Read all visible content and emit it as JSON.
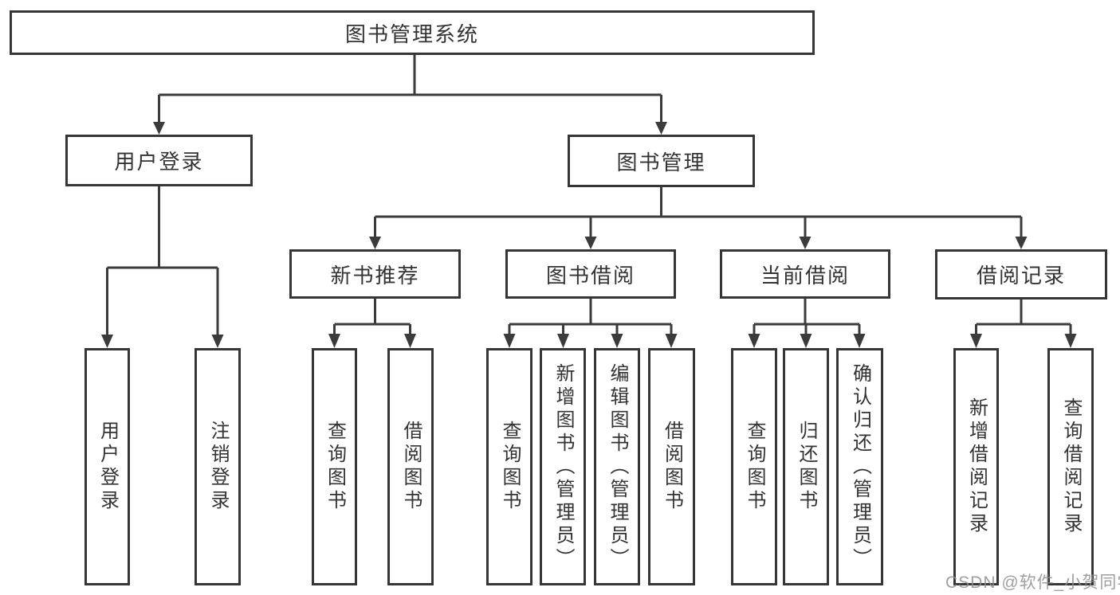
{
  "diagram": {
    "title": "图书管理系统",
    "colors": {
      "line": "#3b3b3b",
      "box_border": "#363636",
      "text": "#333333",
      "background": "#ffffff",
      "watermark": "#8f8f8f"
    },
    "root": {
      "label": "图书管理系统"
    },
    "level2": [
      {
        "label": "用户登录"
      },
      {
        "label": "图书管理"
      }
    ],
    "level3": [
      {
        "label": "新书推荐"
      },
      {
        "label": "图书借阅"
      },
      {
        "label": "当前借阅"
      },
      {
        "label": "借阅记录"
      }
    ],
    "leaves": {
      "user_login": [
        "用户登录",
        "注销登录"
      ],
      "new_book_recommend": [
        "查询图书",
        "借阅图书"
      ],
      "book_borrowing": [
        "查询图书",
        "新增图书（管理员）",
        "编辑图书（管理员）",
        "借阅图书"
      ],
      "current_borrowing": [
        "查询图书",
        "归还图书",
        "确认归还（管理员）"
      ],
      "borrowing_records": [
        "新增借阅记录",
        "查询借阅记录"
      ]
    },
    "watermark": "CSDN @软件_小贺同学"
  }
}
